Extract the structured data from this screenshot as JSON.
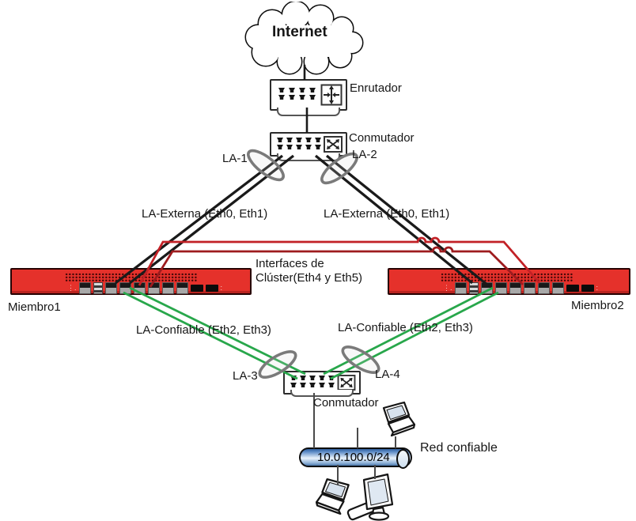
{
  "labels": {
    "internet": "Internet",
    "router": "Enrutador",
    "switch_top": "Conmutador",
    "la1": "LA-1",
    "la2": "LA-2",
    "la_externa_left": "LA-Externa (Eth0, Eth1)",
    "la_externa_right": "LA-Externa (Eth0, Eth1)",
    "cluster_line1": "Interfaces de",
    "cluster_line2": "Clúster(Eth4 y Eth5)",
    "member1": "Miembro1",
    "member2": "Miembro2",
    "la_confiable_left": "LA-Confiable (Eth2, Eth3)",
    "la_confiable_right": "LA-Confiable (Eth2, Eth3)",
    "la3": "LA-3",
    "la4": "LA-4",
    "switch_bottom": "Conmutador",
    "subnet": "10.0.100.0/24",
    "trusted_network": "Red confiable"
  },
  "colors": {
    "firewall_red": "#E5312B",
    "cable_black": "#1A1A1A",
    "cable_red_bright": "#C22126",
    "cable_red_dark": "#9E1B1E",
    "cable_green": "#28A74B",
    "ring_gray": "#7A7A7A",
    "cylinder_blue": "#5B8AC6",
    "host_line_gray": "#4A4A4A"
  }
}
